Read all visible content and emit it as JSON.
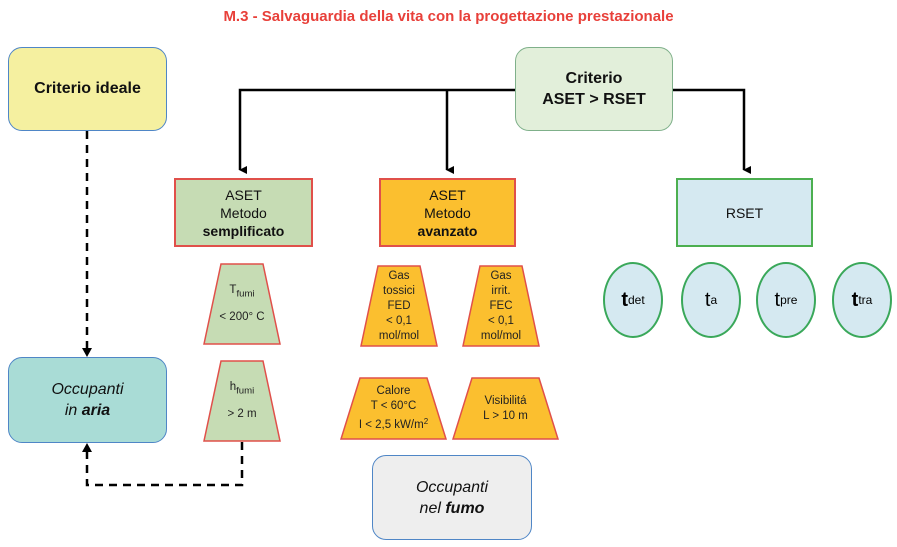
{
  "title": "M.3 - Salvaguardia della vita con la progettazione prestazionale",
  "criterio_ideale": "Criterio ideale",
  "criterio_aset": {
    "line1": "Criterio",
    "line2": "ASET > RSET"
  },
  "aset_semplificato": {
    "line1": "ASET",
    "line2": "Metodo",
    "line3": "semplificato"
  },
  "aset_avanzato": {
    "line1": "ASET",
    "line2": "Metodo",
    "line3": "avanzato"
  },
  "rset": "RSET",
  "semplificato_criteria": [
    {
      "symbol": "T",
      "sub": "fumi",
      "value": "< 200° C"
    },
    {
      "symbol": "h",
      "sub": "fumi",
      "value": "> 2 m"
    }
  ],
  "avanzato_criteria": {
    "gas_tossici": [
      "Gas",
      "tossici",
      "FED",
      "< 0,1",
      "mol/mol"
    ],
    "gas_irritanti": [
      "Gas",
      "irrit.",
      "FEC",
      "< 0,1",
      "mol/mol"
    ],
    "calore": [
      "Calore",
      "T < 60°C",
      "I < 2,5 kW/m",
      "2"
    ],
    "visibilita": [
      "Visibilitá",
      "L > 10 m"
    ]
  },
  "rset_times": [
    {
      "symbol": "t",
      "sub": "det"
    },
    {
      "symbol": "t",
      "sub": "a"
    },
    {
      "symbol": "t",
      "sub": "pre"
    },
    {
      "symbol": "t",
      "sub": "tra"
    }
  ],
  "occupanti_aria": {
    "line1": "Occupanti",
    "line2a": "in ",
    "line2b": "aria"
  },
  "occupanti_fumo": {
    "line1": "Occupanti",
    "line2a": "nel ",
    "line2b": "fumo"
  },
  "colors": {
    "title": "#e8403a",
    "orange": "#fbbf2f",
    "green": "#c6dcb4",
    "blue": "#d5e9f1",
    "border_red": "#e0504a"
  }
}
